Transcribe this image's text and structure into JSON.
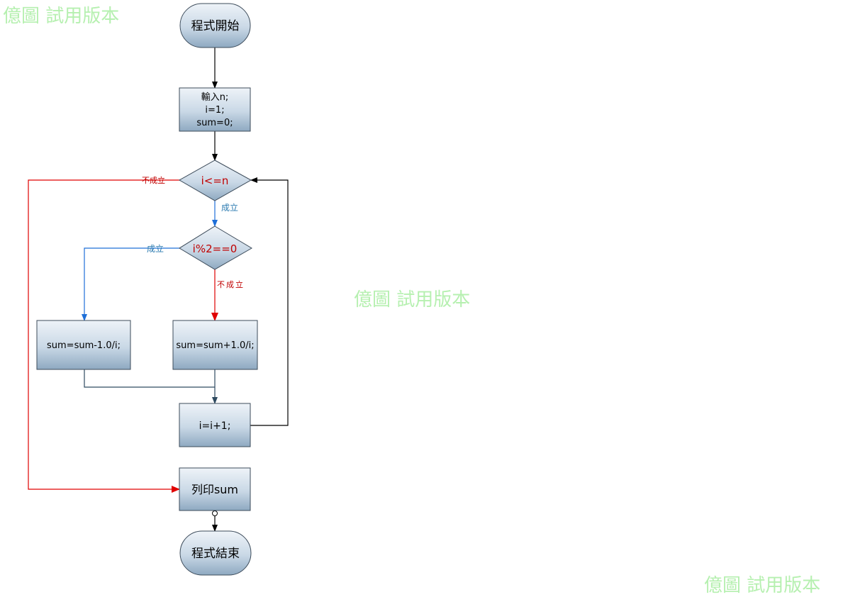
{
  "watermark": "億圖 試用版本",
  "nodes": {
    "start": "程式開始",
    "init": [
      "輸入n;",
      "i=1;",
      "sum=0;"
    ],
    "cond1": "i<=n",
    "cond2": "i%2==0",
    "sub": "sum=sum-1.0/i;",
    "add": "sum=sum+1.0/i;",
    "inc": "i=i+1;",
    "print": "列印sum",
    "end": "程式結束"
  },
  "labels": {
    "cond1_false": "不成立",
    "cond1_true": "成立",
    "cond2_true": "成立",
    "cond2_false": "不成立"
  },
  "colors": {
    "true_line": "#1e6fd8",
    "false_line": "#e00000",
    "neutral_line": "#000000",
    "join_line": "#2e4a60",
    "true_label": "#2a7ab0",
    "false_label": "#c00000"
  }
}
